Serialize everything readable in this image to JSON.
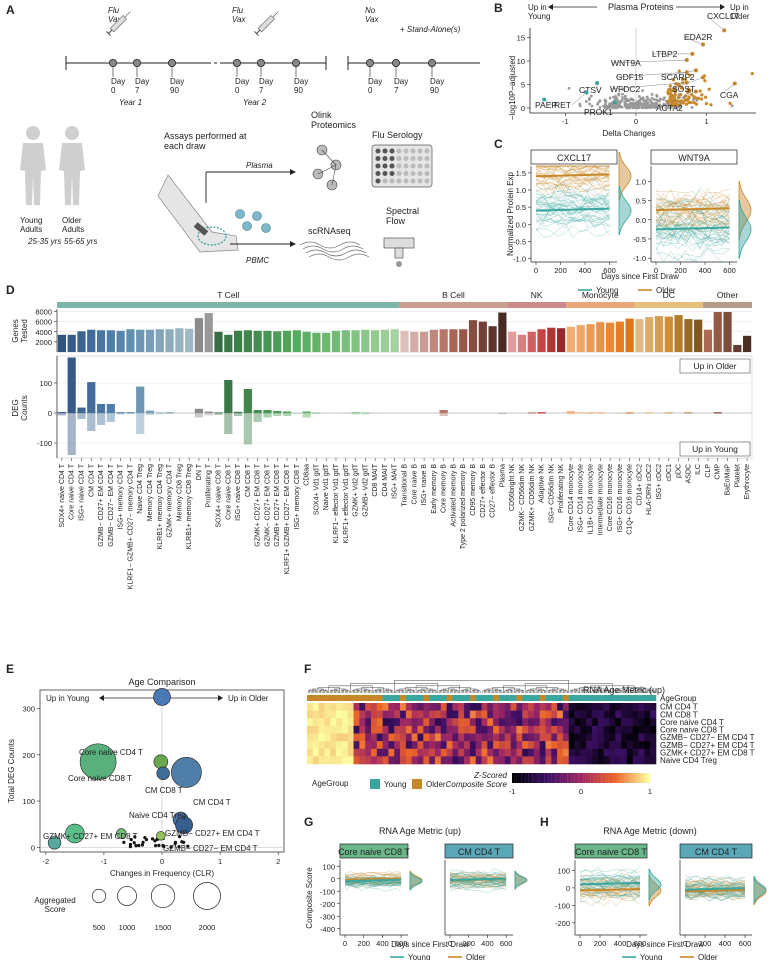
{
  "panel_letters": [
    "A",
    "B",
    "C",
    "D",
    "E",
    "F",
    "G",
    "H"
  ],
  "panel_a": {
    "timeline1": {
      "events": [
        "Flu\nVax"
      ],
      "days": [
        "Day\n0",
        "Day\n7",
        "Day\n90"
      ],
      "year": "Year 1"
    },
    "timeline2": {
      "events": [
        "Flu\nVax"
      ],
      "days": [
        "Day\n0",
        "Day\n7",
        "Day\n90"
      ],
      "year": "Year 2"
    },
    "timeline3": {
      "events": [
        "No\nVax",
        "+ Stand-Alone(s)"
      ],
      "days": [
        "Day\n0",
        "Day\n7",
        "Day\n90"
      ]
    },
    "young": {
      "label": "Young\nAdults",
      "ages": "25-35 yrs"
    },
    "older": {
      "label": "Older\nAdults",
      "ages": "55-65 yrs"
    },
    "assays_title": "Assays performed at\neach draw",
    "plasma": "Plasma",
    "pbmc": "PBMC",
    "olink": "Olink\nProteomics",
    "serology": "Flu Serology",
    "scrnaseq": "scRNAseq",
    "spectral": "Spectral\nFlow"
  },
  "panel_b": {
    "header": "Plasma Proteins",
    "up_young": "Up in\nYoung",
    "up_older": "Up in\nOlder",
    "ylabel": "−log10P−adjusted",
    "xlabel": "Delta Changes",
    "xticks": [
      "-1",
      "0",
      "1"
    ],
    "yticks": [
      "0",
      "5",
      "10",
      "15"
    ],
    "labels": [
      "CXCL17",
      "EDA2R",
      "LTBP2",
      "WNT9A",
      "SCARF2",
      "GDF15",
      "SOST",
      "WFDC2",
      "ACTA2",
      "CGA",
      "CTSV",
      "RET",
      "PROK1",
      "PAEP"
    ]
  },
  "chart_data": [
    {
      "type": "line",
      "title": "CXCL17",
      "ylabel": "Normalized Protein Exp",
      "xlabel": "Days since First Draw",
      "xticks": [
        "0",
        "200",
        "400",
        "600"
      ],
      "yticks": [
        "-1.0",
        "-0.5",
        "0.0",
        "0.5",
        "1.0",
        "1.5"
      ],
      "series": [
        {
          "name": "Young"
        },
        {
          "name": "Older"
        }
      ]
    },
    {
      "type": "line",
      "title": "WNT9A",
      "xlabel": "Days since First Draw",
      "xticks": [
        "0",
        "200",
        "400",
        "600"
      ],
      "series": [
        {
          "name": "Young"
        },
        {
          "name": "Older"
        }
      ]
    },
    {
      "type": "bar",
      "title": "",
      "ylabel": "Genes\nTested",
      "yticks": [
        "2000",
        "4000",
        "6000",
        "8000"
      ],
      "categories": [
        "SOX4+ naive CD4 T",
        "Core naive CD4 T",
        "ISG+ naive CD4 T",
        "CM CD4 T",
        "GZMB− CD27+ EM CD4 T",
        "GZMB− CD27− EM CD4 T",
        "ISG+ memory CD4 T",
        "KLRF1− GZMB+ CD27− memory CD4 T",
        "Naive CD4 Treg",
        "Memory CD4 Treg",
        "KLRB1+ memory CD4 Treg",
        "GZMK+ memory CD4 T",
        "Memory CD8 Treg",
        "KLRB1+ memory CD8 Treg",
        "DN T",
        "Proliferating T",
        "SOX4+ naive CD8 T",
        "Core naive CD8 T",
        "ISG+ naive CD8 T",
        "CM CD8 T",
        "GZMK+ CD27+ EM CD8 T",
        "GZMK− CD27+ EM CD8 T",
        "GZMB+ CD27+ EM CD8 T",
        "KLRF1+ GZMB+ CD27− EM CD8 T",
        "ISG+ memory CD8 T",
        "CD8aa",
        "SOX4+ Vd1 gdT",
        "Naive Vd1 gdT",
        "KLRF1− effector Vd1 gdT",
        "KLRF1+ effector Vd1 gdT",
        "GZMK+ Vd2 gdT",
        "GZMB+ Vd2 gdT",
        "CD8 MAIT",
        "CD4 MAIT",
        "ISG+ MAIT",
        "Transitional B",
        "Core naive B",
        "ISG+ naive B",
        "Early memory B",
        "Core memory B",
        "Activated memory B",
        "Type 2 polarized memory B",
        "CD95 memory B",
        "CD27+ effector B",
        "CD27− effector B",
        "Plasma",
        "CD56bright NK",
        "GZMK− CD56dim NK",
        "GZMK+ CD56dim NK",
        "Adaptive NK",
        "ISG+ CD56dim NK",
        "Proliferating NK",
        "Core CD14 monocyte",
        "ISG+ CD14 monocyte",
        "IL1B+ CD14 monocyte",
        "Intermediate monocyte",
        "Core CD16 monocyte",
        "ISG+ CD16 monocyte",
        "C1Q+ CD16 monocyte",
        "CD14+ cDC2",
        "HLA-DRhi cDC2",
        "ISG+ cDC2",
        "cDC1",
        "pDC",
        "ASDC",
        "ILC",
        "CLP",
        "CMP",
        "BaEoMaP",
        "Platelet",
        "Erythrocyte"
      ],
      "values": [
        3400,
        3400,
        4100,
        4400,
        4300,
        4300,
        4200,
        4500,
        4400,
        4400,
        4500,
        4500,
        4700,
        4600,
        6700,
        7700,
        4000,
        3400,
        4200,
        4300,
        4200,
        4200,
        4100,
        4200,
        4300,
        4000,
        3800,
        3800,
        4200,
        4300,
        4300,
        4400,
        4300,
        4400,
        4500,
        4200,
        4000,
        4000,
        4400,
        4500,
        4500,
        4500,
        6300,
        6000,
        5100,
        7800,
        4000,
        3400,
        4000,
        4500,
        4800,
        4700,
        5000,
        5300,
        5500,
        5900,
        5800,
        6000,
        6600,
        6500,
        6900,
        7100,
        7000,
        7300,
        6500,
        6400,
        4400,
        7900,
        7900,
        1400,
        3200
      ],
      "groups": [
        "T Cell",
        "B Cell",
        "NK",
        "Monocyte",
        "DC",
        "Other"
      ]
    },
    {
      "type": "bar",
      "title": "",
      "ylabel": "DEG\nCounts",
      "yticks": [
        "-100",
        "0",
        "100"
      ],
      "up_label": "Up in Older",
      "down_label": "Up in Young",
      "categories_ref": "same as genes tested",
      "series": [
        {
          "name": "Up in Older",
          "values": [
            3,
            185,
            18,
            103,
            30,
            30,
            3,
            3,
            88,
            8,
            2,
            3,
            0,
            0,
            14,
            5,
            2,
            110,
            4,
            80,
            10,
            10,
            7,
            5,
            0,
            5,
            1,
            0,
            0,
            0,
            3,
            2,
            0,
            0,
            0,
            0,
            0,
            0,
            0,
            10,
            0,
            0,
            0,
            0,
            0,
            0,
            0,
            0,
            2,
            3,
            0,
            0,
            6,
            2,
            2,
            2,
            0,
            0,
            2,
            0,
            2,
            0,
            2,
            0,
            2,
            0,
            0,
            3,
            0,
            0,
            0
          ]
        },
        {
          "name": "Up in Young",
          "values": [
            -8,
            -140,
            -20,
            -60,
            -40,
            -30,
            -5,
            -3,
            -70,
            -7,
            -4,
            -3,
            0,
            0,
            -15,
            -8,
            -6,
            -70,
            -10,
            -105,
            -30,
            -15,
            -10,
            -10,
            -2,
            -15,
            -3,
            0,
            0,
            -1,
            -5,
            -5,
            -1,
            0,
            0,
            0,
            0,
            0,
            0,
            -10,
            0,
            0,
            0,
            0,
            0,
            -2,
            0,
            0,
            -3,
            -3,
            0,
            0,
            -5,
            -2,
            -2,
            -2,
            0,
            -1,
            -3,
            0,
            -2,
            0,
            -2,
            0,
            -2,
            0,
            0,
            -3,
            0,
            0,
            0
          ]
        }
      ]
    },
    {
      "type": "scatter",
      "title": "Age Comparison",
      "xlabel": "Changes in Frequency (CLR)",
      "ylabel": "Total DEG Counts",
      "xlim": [
        -2.1,
        2.1
      ],
      "ylim": [
        -10,
        340
      ],
      "xticks": [
        "-2",
        "-1",
        "0",
        "1",
        "2"
      ],
      "yticks": [
        "0",
        "100",
        "200",
        "300"
      ],
      "up_young": "Up in Young",
      "up_older": "Up in Older",
      "legend_title": "Aggregated\nScore",
      "legend_sizes": [
        500,
        1000,
        1500,
        2000
      ],
      "points": [
        {
          "label": "Core naive CD4 T",
          "x": 0.0,
          "y": 325,
          "size": 450,
          "color": "#4a78b5"
        },
        {
          "label": "Core naive CD8 T",
          "x": -1.1,
          "y": 185,
          "size": 2000,
          "color": "#5ab07c"
        },
        {
          "label": "CM CD8 T",
          "x": -0.02,
          "y": 185,
          "size": 300,
          "color": "#6aa84f"
        },
        {
          "label": "CM CD4 T",
          "x": 0.42,
          "y": 162,
          "size": 1400,
          "color": "#4f7ea8"
        },
        {
          "label": "Naive CD4 Treg",
          "x": 0.02,
          "y": 160,
          "size": 250,
          "color": "#3d6e99"
        },
        {
          "label": "GZMK+ CD27+ EM CD8 T",
          "x": -1.5,
          "y": 30,
          "size": 550,
          "color": "#5bbf8a"
        },
        {
          "label": "GZMB− CD27+ EM CD4 T",
          "x": 0.32,
          "y": 60,
          "size": 350,
          "color": "#4a72a6"
        },
        {
          "label": "GZMB− CD27− EM CD4 T",
          "x": 0.38,
          "y": 48,
          "size": 450,
          "color": "#355f8c"
        },
        {
          "label": "",
          "x": -1.85,
          "y": 10,
          "size": 250,
          "color": "#5aa9a0"
        },
        {
          "label": "",
          "x": -0.7,
          "y": 30,
          "size": 150,
          "color": "#73c07a"
        },
        {
          "label": "",
          "x": -0.02,
          "y": 25,
          "size": 120,
          "color": "#95c15b"
        }
      ]
    },
    {
      "type": "heatmap",
      "title": "RNA Age Metric (up)",
      "rows": [
        "CM CD4 T",
        "CM CD8 T",
        "Core naive CD4 T",
        "Core naive CD8 T",
        "GZMB− CD27− EM CD4 T",
        "GZMB− CD27+ EM CD4 T",
        "GZMK+ CD27+ EM CD8 T",
        "Naive CD4 Treg"
      ],
      "annotation_label": "AgeGroup",
      "legend": {
        "title": "AgeGroup",
        "items": [
          "Young",
          "Older"
        ]
      },
      "colorbar": {
        "title": "Z-Scored\nComposite Score",
        "ticks": [
          "-1",
          "0",
          "1"
        ]
      }
    },
    {
      "type": "line",
      "title": "RNA Age Metric (up)",
      "facets": [
        "Core naive CD8 T",
        "CM CD4 T"
      ],
      "ylabel": "Composite Score",
      "xlabel": "Days since First Draw",
      "xticks": [
        "0",
        "200",
        "400",
        "600"
      ],
      "yticks": [
        "-400",
        "-300",
        "-200",
        "-100",
        "0",
        "100"
      ],
      "series": [
        {
          "name": "Young"
        },
        {
          "name": "Older"
        }
      ]
    },
    {
      "type": "line",
      "title": "RNA Age Metric (down)",
      "facets": [
        "Core naive CD8 T",
        "CM CD4 T"
      ],
      "xlabel": "Days since First Draw",
      "xticks": [
        "0",
        "200",
        "400",
        "600"
      ],
      "yticks": [
        "-200",
        "-100",
        "0",
        "100"
      ],
      "series": [
        {
          "name": "Young"
        },
        {
          "name": "Older"
        }
      ]
    }
  ],
  "colors": {
    "young": "#3aa6a0",
    "older": "#c8882a",
    "teal_strip": "#5aa7b8",
    "green_strip": "#6ab78a"
  }
}
